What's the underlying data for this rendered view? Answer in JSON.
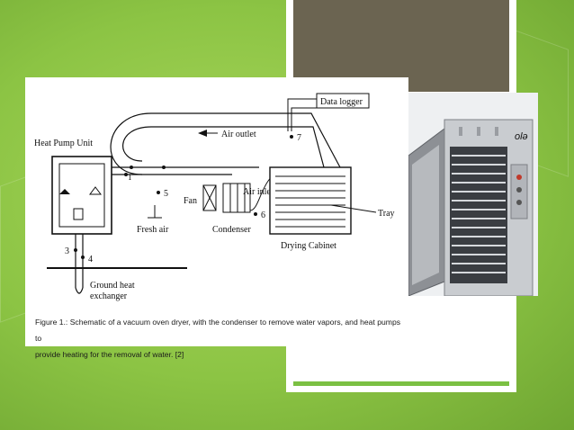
{
  "figure": {
    "labels": {
      "heat_pump_unit": "Heat Pump Unit",
      "air_outlet": "Air outlet",
      "data_logger": "Data logger",
      "air_inlet": "Air inlet",
      "fan": "Fan",
      "fresh_air": "Fresh air",
      "condenser": "Condenser",
      "tray": "Tray",
      "drying_cabinet": "Drying Cabinet",
      "ground_heat_exchanger_line1": "Ground heat",
      "ground_heat_exchanger_line2": "exchanger",
      "point_1": "1",
      "point_3": "3",
      "point_4": "4",
      "point_5": "5",
      "point_6": "6",
      "point_7": "7"
    },
    "caption_line1": "Figure 1.: Schematic of a vacuum oven dryer, with the condenser to remove water vapors, and heat pumps to",
    "caption_line2": "provide heating for the removal of water. [2]"
  },
  "photo": {
    "logo_text": "olə"
  },
  "colors": {
    "background_green": "#8cc444",
    "panel_dark": "#6b6451",
    "accent_rule": "#7bc043"
  }
}
